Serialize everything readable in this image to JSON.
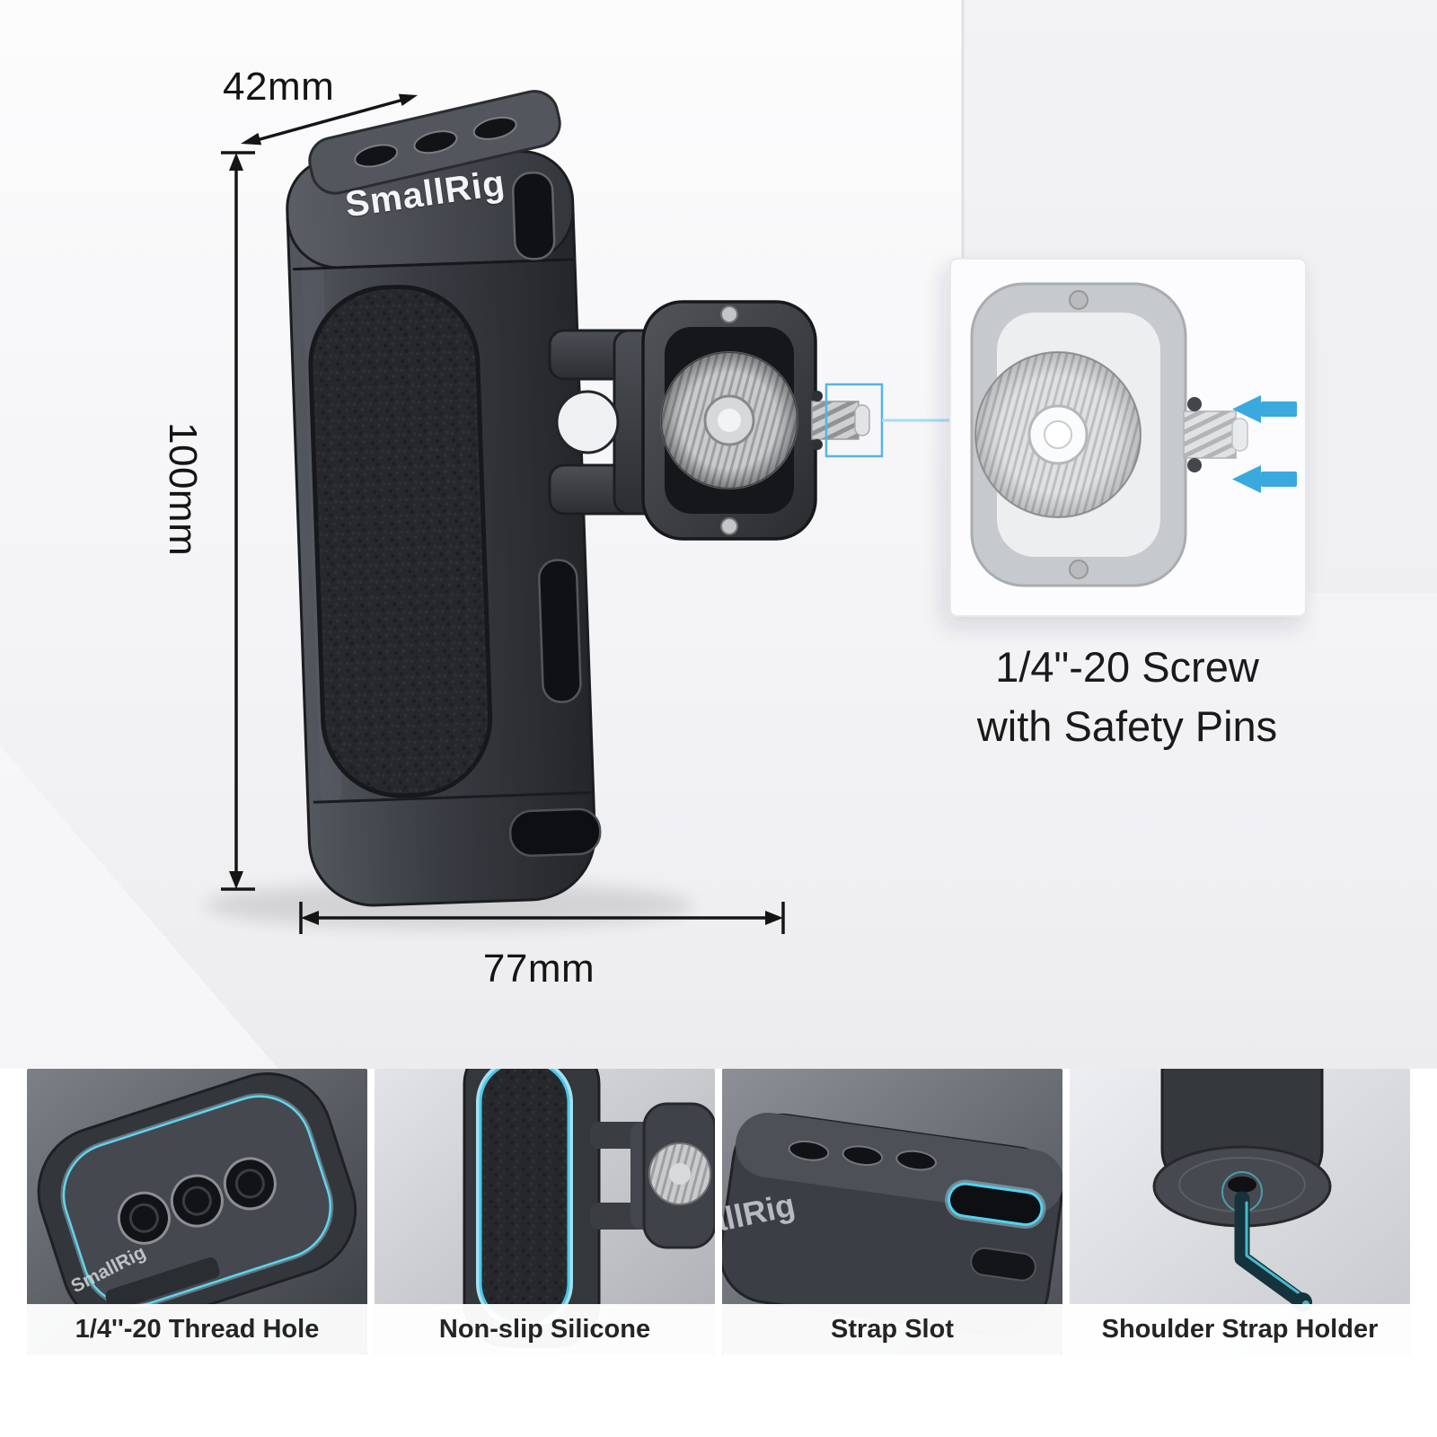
{
  "product": {
    "brand": "SmallRig"
  },
  "dimensions": {
    "width": "42mm",
    "height": "100mm",
    "depth": "77mm"
  },
  "callout": {
    "line1": "1/4\"-20 Screw",
    "line2": "with Safety Pins"
  },
  "features": [
    {
      "label": "1/4''-20 Thread Hole"
    },
    {
      "label": "Non-slip Silicone"
    },
    {
      "label": "Strap Slot"
    },
    {
      "label": "Shoulder Strap Holder"
    }
  ],
  "colors": {
    "accent": "#38aade",
    "body": "#34373c",
    "text": "#161616"
  }
}
